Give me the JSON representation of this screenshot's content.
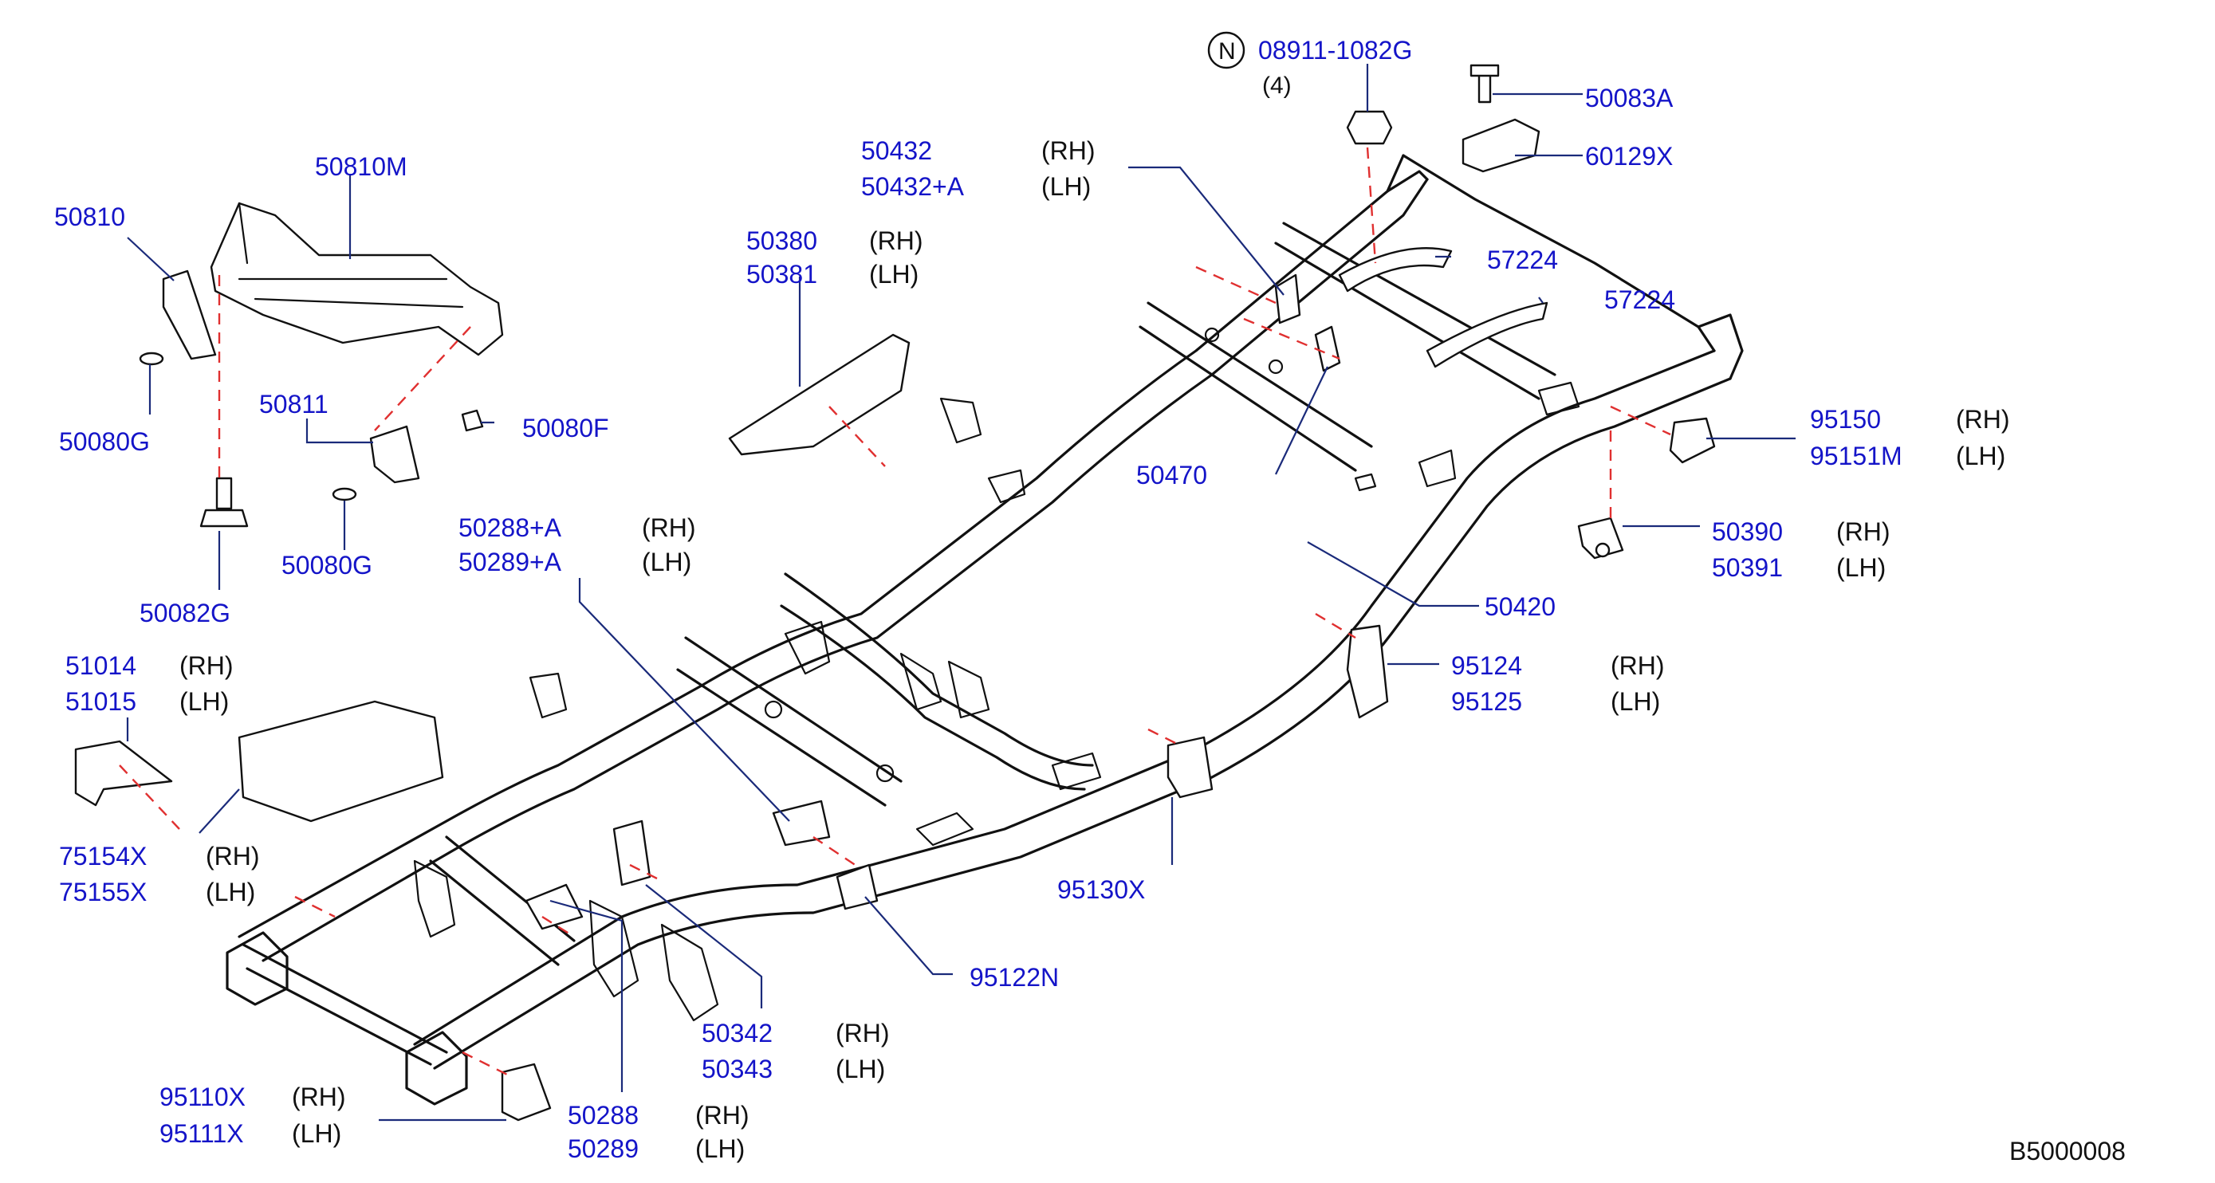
{
  "diagram_ref": "B5000008",
  "note_symbol": "N",
  "callouts": [
    {
      "id": "nut",
      "number": "08911-1082G",
      "qty": "(4)"
    },
    {
      "id": "50083A",
      "number": "50083A"
    },
    {
      "id": "60129X",
      "number": "60129X"
    },
    {
      "id": "50432",
      "number": "50432",
      "side": "(RH)"
    },
    {
      "id": "50432A",
      "number": "50432+A",
      "side": "(LH)"
    },
    {
      "id": "50810M",
      "number": "50810M"
    },
    {
      "id": "50810",
      "number": "50810"
    },
    {
      "id": "50380",
      "number": "50380",
      "side": "(RH)"
    },
    {
      "id": "50381",
      "number": "50381",
      "side": "(LH)"
    },
    {
      "id": "57224a",
      "number": "57224"
    },
    {
      "id": "57224b",
      "number": "57224"
    },
    {
      "id": "50080G_a",
      "number": "50080G"
    },
    {
      "id": "50811",
      "number": "50811"
    },
    {
      "id": "50080F",
      "number": "50080F"
    },
    {
      "id": "95150",
      "number": "95150",
      "side": "(RH)"
    },
    {
      "id": "95151M",
      "number": "95151M",
      "side": "(LH)"
    },
    {
      "id": "50470",
      "number": "50470"
    },
    {
      "id": "50288A",
      "number": "50288+A",
      "side": "(RH)"
    },
    {
      "id": "50289A",
      "number": "50289+A",
      "side": "(LH)"
    },
    {
      "id": "50080G_b",
      "number": "50080G"
    },
    {
      "id": "50390",
      "number": "50390",
      "side": "(RH)"
    },
    {
      "id": "50391",
      "number": "50391",
      "side": "(LH)"
    },
    {
      "id": "50082G",
      "number": "50082G"
    },
    {
      "id": "50420",
      "number": "50420"
    },
    {
      "id": "51014",
      "number": "51014",
      "side": "(RH)"
    },
    {
      "id": "51015",
      "number": "51015",
      "side": "(LH)"
    },
    {
      "id": "95124",
      "number": "95124",
      "side": "(RH)"
    },
    {
      "id": "95125",
      "number": "95125",
      "side": "(LH)"
    },
    {
      "id": "75154X",
      "number": "75154X",
      "side": "(RH)"
    },
    {
      "id": "75155X",
      "number": "75155X",
      "side": "(LH)"
    },
    {
      "id": "95130X",
      "number": "95130X"
    },
    {
      "id": "95122N",
      "number": "95122N"
    },
    {
      "id": "50342",
      "number": "50342",
      "side": "(RH)"
    },
    {
      "id": "50343",
      "number": "50343",
      "side": "(LH)"
    },
    {
      "id": "95110X",
      "number": "95110X",
      "side": "(RH)"
    },
    {
      "id": "95111X",
      "number": "95111X",
      "side": "(LH)"
    },
    {
      "id": "50288",
      "number": "50288",
      "side": "(RH)"
    },
    {
      "id": "50289",
      "number": "50289",
      "side": "(LH)"
    }
  ],
  "colors": {
    "part_number": "#1414c8",
    "line_art": "#111111",
    "leader": "#1a2a7a",
    "guide_dash": "#e03030",
    "background": "#ffffff"
  }
}
